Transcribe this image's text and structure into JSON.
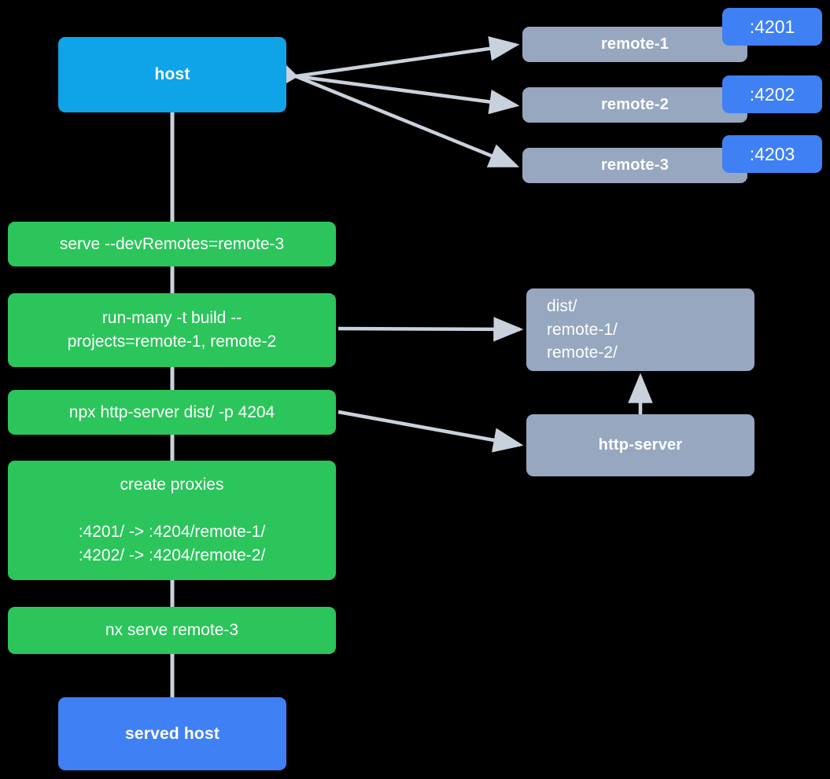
{
  "diagram": {
    "title": "host serve flow with remotes",
    "background": "#000000",
    "edge_color": "#c9d1dd",
    "colors": {
      "host": "#0fa3e8",
      "served_host": "#3f80f5",
      "remote": "#96a7bf",
      "command": "#2bc55b",
      "artifact": "#96a7bf",
      "port_badge": "#3f80f5",
      "text": "#ffffff"
    }
  },
  "nodes": {
    "host": {
      "label": "host"
    },
    "served_host": {
      "label": "served host"
    },
    "remotes": [
      {
        "label": "remote-1",
        "port": ":4201"
      },
      {
        "label": "remote-2",
        "port": ":4202"
      },
      {
        "label": "remote-3",
        "port": ":4203"
      }
    ],
    "commands": [
      {
        "label": "serve --devRemotes=remote-3"
      },
      {
        "label": "run-many -t build --\nprojects=remote-1, remote-2"
      },
      {
        "label": "npx http-server dist/ -p 4204"
      },
      {
        "label": "create proxies\n\n:4201/ -> :4204/remote-1/\n:4202/ -> :4204/remote-2/"
      },
      {
        "label": "nx serve remote-3"
      }
    ],
    "artifacts": [
      {
        "label": "dist/\n    remote-1/\n    remote-2/"
      },
      {
        "label": "http-server"
      }
    ]
  }
}
